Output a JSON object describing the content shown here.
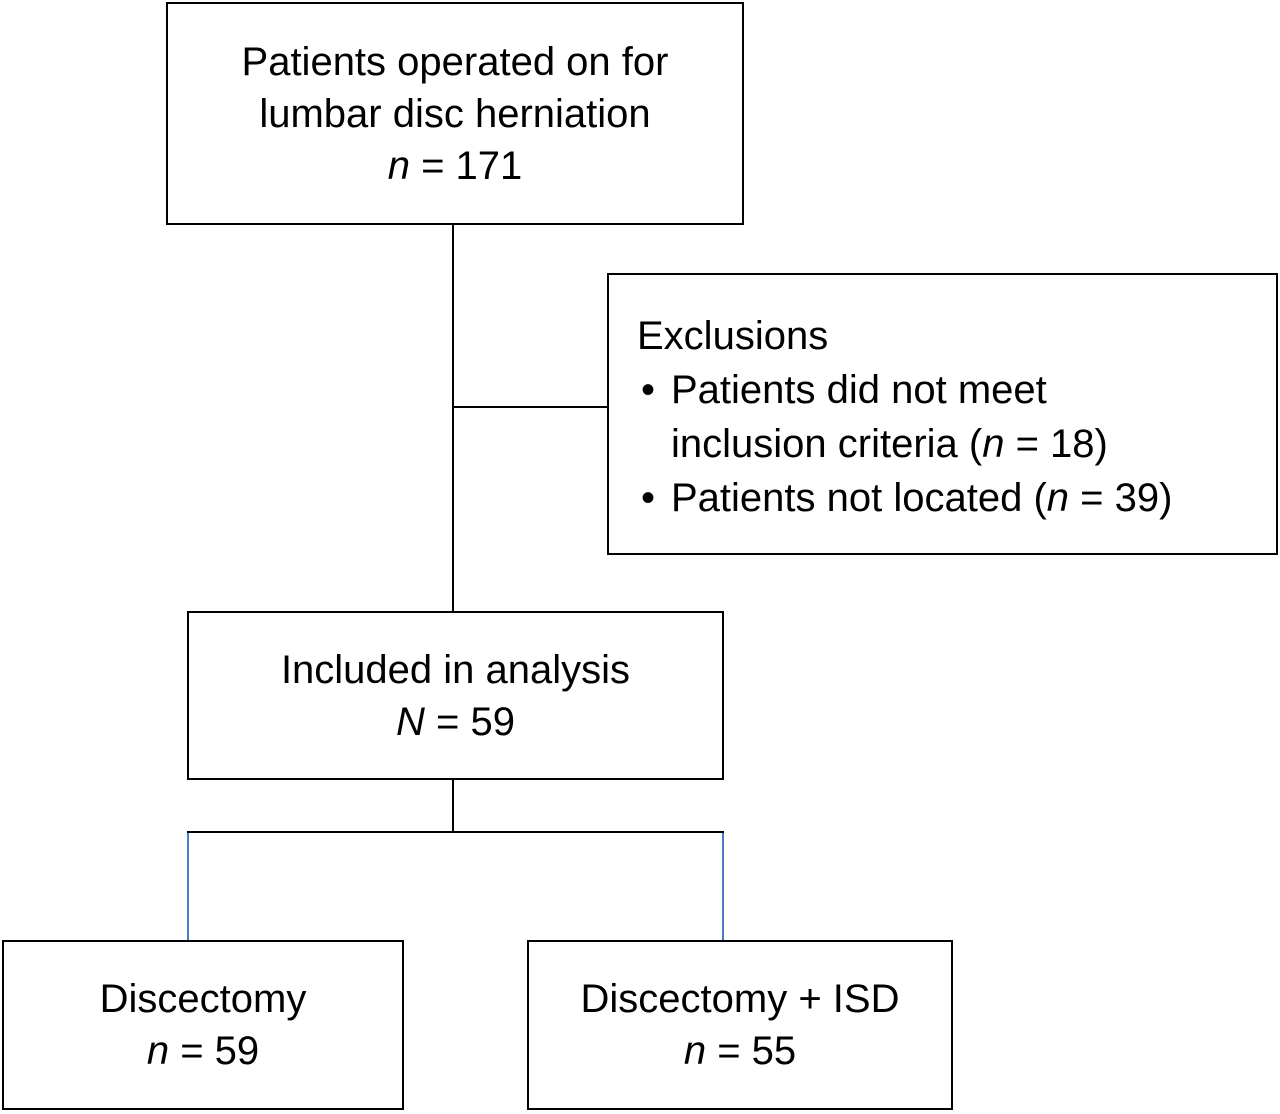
{
  "boxes": {
    "total": {
      "lines": [
        "Patients operated on for",
        "lumbar disc herniation"
      ],
      "n_symbol": "n",
      "n_value": " = 171"
    },
    "exclusions": {
      "title": "Exclusions",
      "items": [
        {
          "lines": [
            "Patients did not meet",
            "inclusion criteria ("
          ],
          "n_symbol": "n",
          "n_value": " = 18)"
        },
        {
          "lines": [
            "Patients not located ("
          ],
          "n_symbol": "n",
          "n_value": " = 39)"
        }
      ],
      "bullet": "•"
    },
    "included": {
      "lines": [
        "Included in analysis"
      ],
      "n_symbol": "N",
      "n_value": " = 59"
    },
    "discectomy": {
      "lines": [
        "Discectomy"
      ],
      "n_symbol": "n",
      "n_value": " = 59"
    },
    "discectomy_isd": {
      "lines": [
        "Discectomy + ISD"
      ],
      "n_symbol": "n",
      "n_value": " = 55"
    }
  },
  "colors": {
    "box_border": "#000000",
    "connector": "#000000",
    "branch_connector": "#4a7cc9"
  }
}
